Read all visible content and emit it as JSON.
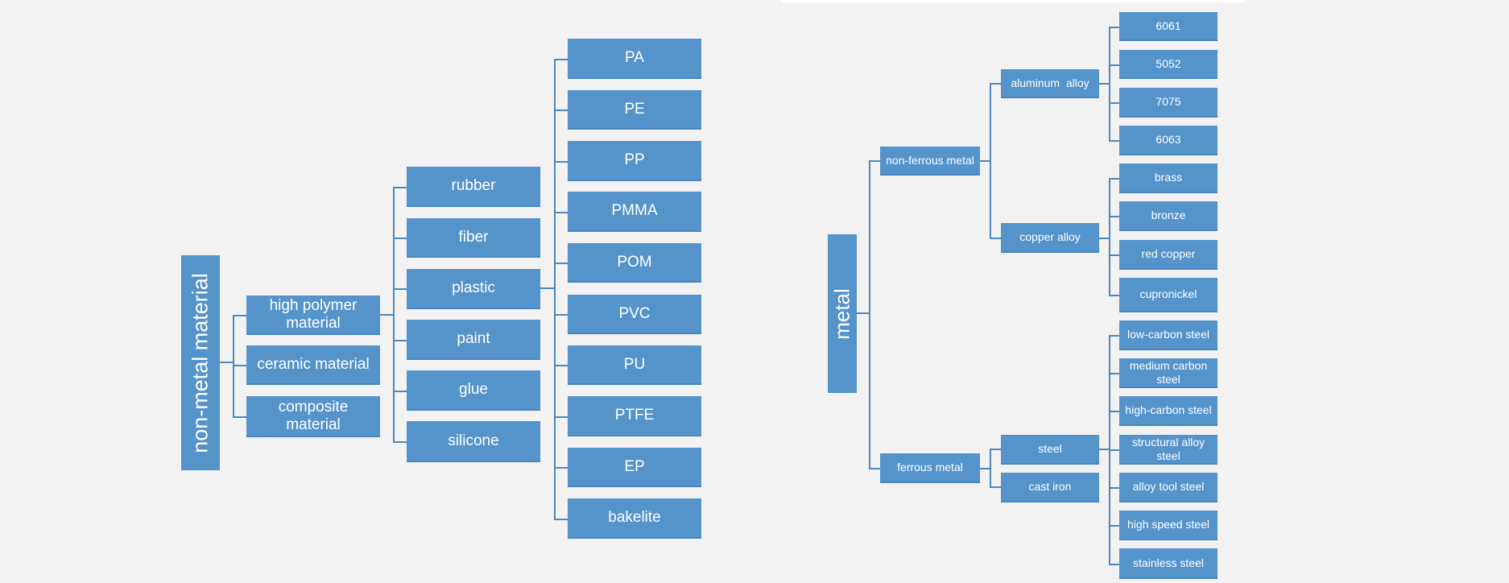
{
  "colors": {
    "box": "#5593cb",
    "line": "#4f87ba",
    "background": "#f2f2f2"
  },
  "non_metal": {
    "root": "non-metal material",
    "level1": [
      "high polymer material",
      "ceramic material",
      "composite material"
    ],
    "level2": [
      "rubber",
      "fiber",
      "plastic",
      "paint",
      "glue",
      "silicone"
    ],
    "level3": [
      "PA",
      "PE",
      "PP",
      "PMMA",
      "POM",
      "PVC",
      "PU",
      "PTFE",
      "EP",
      "bakelite"
    ]
  },
  "metal": {
    "root": "metal",
    "non_ferrous": "non-ferrous metal",
    "aluminum": "aluminum  alloy",
    "aluminum_items": [
      "6061",
      "5052",
      "7075",
      "6063"
    ],
    "copper": "copper alloy",
    "copper_items": [
      "brass",
      "bronze",
      "red copper",
      "cupronickel"
    ],
    "ferrous": "ferrous metal",
    "steel": "steel",
    "steel_items": [
      "low-carbon steel",
      "medium carbon steel",
      "high-carbon steel",
      "structural alloy steel",
      "alloy tool steel",
      "high speed steel",
      "stainless steel"
    ],
    "cast_iron": "cast iron"
  }
}
